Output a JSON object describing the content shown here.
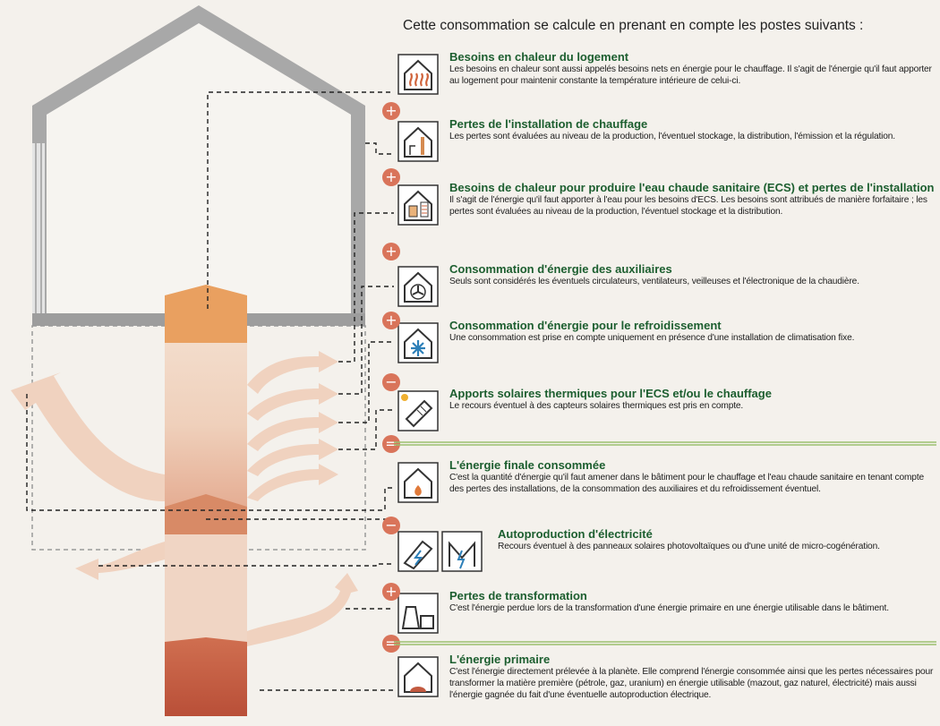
{
  "intro": "Cette consommation se calcule en prenant en compte les postes suivants :",
  "items": [
    {
      "title": "Besoins en chaleur du logement",
      "desc": "Les besoins en chaleur sont aussi appelés besoins nets en énergie pour le chauffage. Il s'agit de l'énergie qu'il faut apporter au logement pour maintenir constante la température intérieure de celui-ci.",
      "icon": "house-heat-waves-icon"
    },
    {
      "title": "Pertes de l'installation de chauffage",
      "desc": "Les pertes sont évaluées au niveau de la production, l'éventuel stockage, la distribution, l'émission et la régulation.",
      "icon": "house-heating-installation-icon"
    },
    {
      "title": "Besoins de chaleur pour produire l'eau chaude sanitaire (ECS) et pertes de l'installation",
      "desc": "Il s'agit de l'énergie qu'il faut apporter à l'eau pour les besoins d'ECS. Les besoins sont attribués de manière forfaitaire ; les pertes sont évaluées au niveau de la production, l'éventuel stockage et la distribution.",
      "icon": "house-hot-water-icon"
    },
    {
      "title": "Consommation d'énergie des auxiliaires",
      "desc": "Seuls sont considérés les éventuels circulateurs, ventilateurs, veilleuses et l'électronique de la chaudière.",
      "icon": "house-fan-icon"
    },
    {
      "title": "Consommation d'énergie pour le refroidissement",
      "desc": "Une consommation est prise en compte uniquement en présence d'une installation de climatisation fixe.",
      "icon": "house-snowflake-icon"
    },
    {
      "title": "Apports solaires thermiques pour l'ECS et/ou le chauffage",
      "desc": "Le recours éventuel à des capteurs solaires thermiques est pris en compte.",
      "icon": "solar-thermal-collector-icon"
    },
    {
      "title": "L'énergie finale consommée",
      "desc": "C'est la quantité d'énergie qu'il faut amener dans le bâtiment pour le chauffage et l'eau chaude sanitaire en tenant compte des pertes des installations, de la consommation des auxiliaires et du refroidissement éventuel.",
      "icon": "house-flame-icon"
    },
    {
      "title": "Autoproduction d'électricité",
      "desc": "Recours éventuel à des panneaux solaires photovoltaïques ou d'une unité de micro-cogénération.",
      "icon": "photovoltaic-cogeneration-icon"
    },
    {
      "title": "Pertes de transformation",
      "desc": "C'est l'énergie perdue lors de la transformation d'une énergie primaire en une énergie utilisable dans le bâtiment.",
      "icon": "power-plant-icon"
    },
    {
      "title": "L'énergie primaire",
      "desc": "C'est l'énergie directement prélevée à la planète. Elle comprend l'énergie consommée ainsi que les pertes nécessaires pour transformer la matière première (pétrole, gaz, uranium) en énergie utilisable (mazout, gaz naturel, électricité) mais aussi l'énergie gagnée du fait d'une éventuelle autoproduction électrique.",
      "icon": "planet-energy-icon"
    }
  ],
  "operators": [
    "+",
    "+",
    "+",
    "+",
    "−",
    "=",
    "−",
    "+",
    "="
  ],
  "colors": {
    "title": "#1c5e2f",
    "plus": "#d9745a",
    "separator": "#9cbf6e",
    "house_wall": "#8c8c8c",
    "flow_light": "#f1d6c2",
    "flow_orange": "#e8a35c",
    "flow_dark": "#c25a40"
  }
}
